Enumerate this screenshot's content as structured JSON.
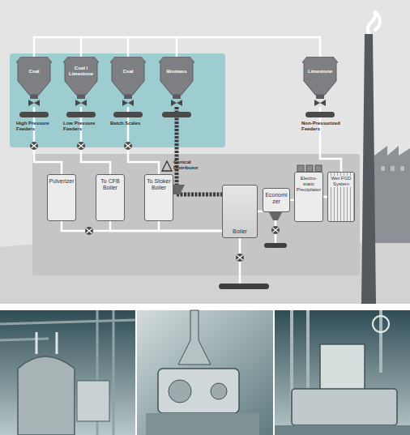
{
  "diagram": {
    "nodes": [
      {
        "text": [
          "Coal"
        ]
      },
      {
        "text": [
          "Coal / Limestone"
        ]
      },
      {
        "text": [
          "Coal"
        ]
      },
      {
        "text": [
          "Biomass"
        ]
      },
      {
        "text": [
          "Limestone"
        ]
      },
      {
        "text": [
          "Pulverizer"
        ]
      },
      {
        "text": [
          "To CFB Boiler"
        ]
      },
      {
        "text": [
          "To Stoker Boiler"
        ]
      },
      {
        "text": [
          "Boiler"
        ]
      },
      {
        "text": [
          "Economizer"
        ]
      },
      {
        "text": [
          "Electro-static Precipitator"
        ]
      },
      {
        "text": [
          "Wet FGD System"
        ]
      }
    ],
    "edges": [
      {
        "from": 0,
        "to": 5,
        "arrow": "none"
      },
      {
        "from": 1,
        "to": 6,
        "arrow": "none"
      },
      {
        "from": 2,
        "to": 7,
        "arrow": "none"
      },
      {
        "from": 3,
        "to": 8,
        "arrow": "none"
      },
      {
        "from": 4,
        "to": 11,
        "arrow": "none"
      },
      {
        "from": 5,
        "to": 8,
        "arrow": "none"
      },
      {
        "from": 6,
        "to": 8,
        "arrow": "none"
      },
      {
        "from": 7,
        "to": 8,
        "arrow": "none"
      },
      {
        "from": 8,
        "to": 9,
        "arrow": "none"
      },
      {
        "from": 9,
        "to": 10,
        "arrow": "none"
      },
      {
        "from": 10,
        "to": 11,
        "arrow": "none"
      }
    ],
    "labels": [
      "High Pressure Feeders",
      "Low Pressure Feeders",
      "Batch Scales",
      "Conical Distributor",
      "Non-Pressurized Feeders"
    ]
  }
}
